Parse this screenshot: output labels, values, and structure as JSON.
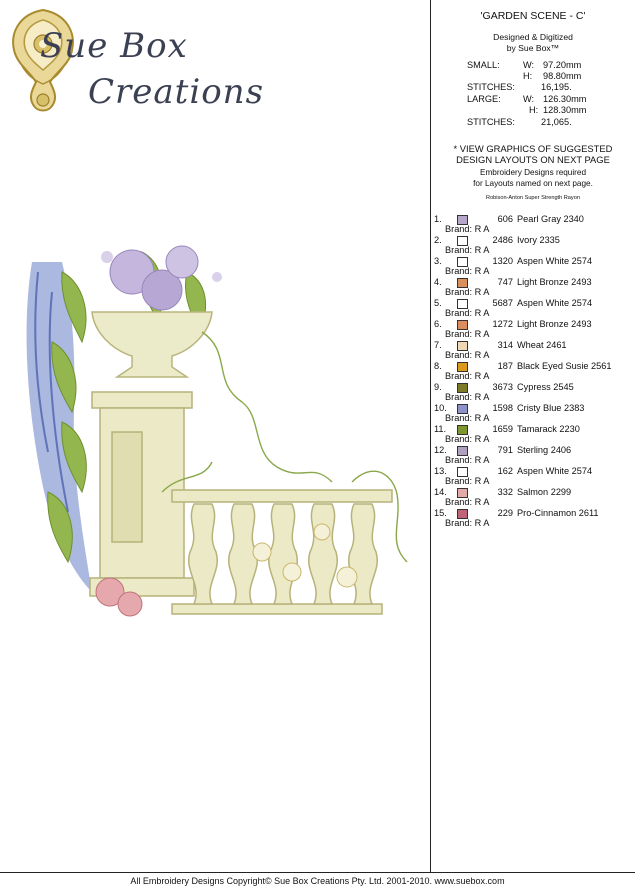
{
  "logo": {
    "line1": "Sue Box",
    "line2": "Creations"
  },
  "design": {
    "title": "'GARDEN SCENE - C'",
    "credit_line1": "Designed & Digitized",
    "credit_line2": "by Sue Box™"
  },
  "sizes": {
    "small_label": "SMALL:",
    "small_w_label": "W:",
    "small_w": "97.20mm",
    "small_h_label": "H:",
    "small_h": "98.80mm",
    "small_stitches_label": "STITCHES:",
    "small_stitches": "16,195.",
    "large_label": "LARGE:",
    "large_w_label": "W:",
    "large_w": "126.30mm",
    "large_h_label": "H:",
    "large_h": "128.30mm",
    "large_stitches_label": "STITCHES:",
    "large_stitches": "21,065."
  },
  "notice": {
    "line1": "* VIEW GRAPHICS OF SUGGESTED",
    "line2": "DESIGN LAYOUTS ON NEXT PAGE",
    "line3": "Embroidery Designs required",
    "line4": "for Layouts named on next page.",
    "thread_brand": "Robison-Anton Super Strength Rayon"
  },
  "colors": [
    {
      "num": "1.",
      "swatch": "#b6a6c9",
      "code": "606",
      "name": "Pearl Gray 2340",
      "brand": "Brand: R A"
    },
    {
      "num": "2.",
      "swatch": "#ffffff",
      "code": "2486",
      "name": "Ivory 2335",
      "brand": "Brand: R A"
    },
    {
      "num": "3.",
      "swatch": "#ffffff",
      "code": "1320",
      "name": "Aspen White 2574",
      "brand": "Brand: R A"
    },
    {
      "num": "4.",
      "swatch": "#d9905c",
      "code": "747",
      "name": "Light Bronze 2493",
      "brand": "Brand: R A"
    },
    {
      "num": "5.",
      "swatch": "#ffffff",
      "code": "5687",
      "name": "Aspen White 2574",
      "brand": "Brand: R A"
    },
    {
      "num": "6.",
      "swatch": "#dc8d5f",
      "code": "1272",
      "name": "Light Bronze 2493",
      "brand": "Brand: R A"
    },
    {
      "num": "7.",
      "swatch": "#f0d8b2",
      "code": "314",
      "name": "Wheat 2461",
      "brand": "Brand: R A"
    },
    {
      "num": "8.",
      "swatch": "#d99a1d",
      "code": "187",
      "name": "Black Eyed Susie 2561",
      "brand": "Brand: R A"
    },
    {
      "num": "9.",
      "swatch": "#7d7a2a",
      "code": "3673",
      "name": "Cypress 2545",
      "brand": "Brand: R A"
    },
    {
      "num": "10.",
      "swatch": "#8c93c9",
      "code": "1598",
      "name": "Cristy Blue 2383",
      "brand": "Brand: R A"
    },
    {
      "num": "11.",
      "swatch": "#7d9630",
      "code": "1659",
      "name": "Tamarack 2230",
      "brand": "Brand: R A"
    },
    {
      "num": "12.",
      "swatch": "#b0a0bf",
      "code": "791",
      "name": "Sterling 2406",
      "brand": "Brand: R A"
    },
    {
      "num": "13.",
      "swatch": "#ffffff",
      "code": "162",
      "name": "Aspen White 2574",
      "brand": "Brand: R A"
    },
    {
      "num": "14.",
      "swatch": "#e4a9a9",
      "code": "332",
      "name": "Salmon 2299",
      "brand": "Brand: R A"
    },
    {
      "num": "15.",
      "swatch": "#c0647a",
      "code": "229",
      "name": "Pro-Cinnamon 2611",
      "brand": "Brand: R A"
    }
  ],
  "footer": "All Embroidery Designs Copyright© Sue Box Creations Pty. Ltd. 2001-2010. www.suebox.com"
}
